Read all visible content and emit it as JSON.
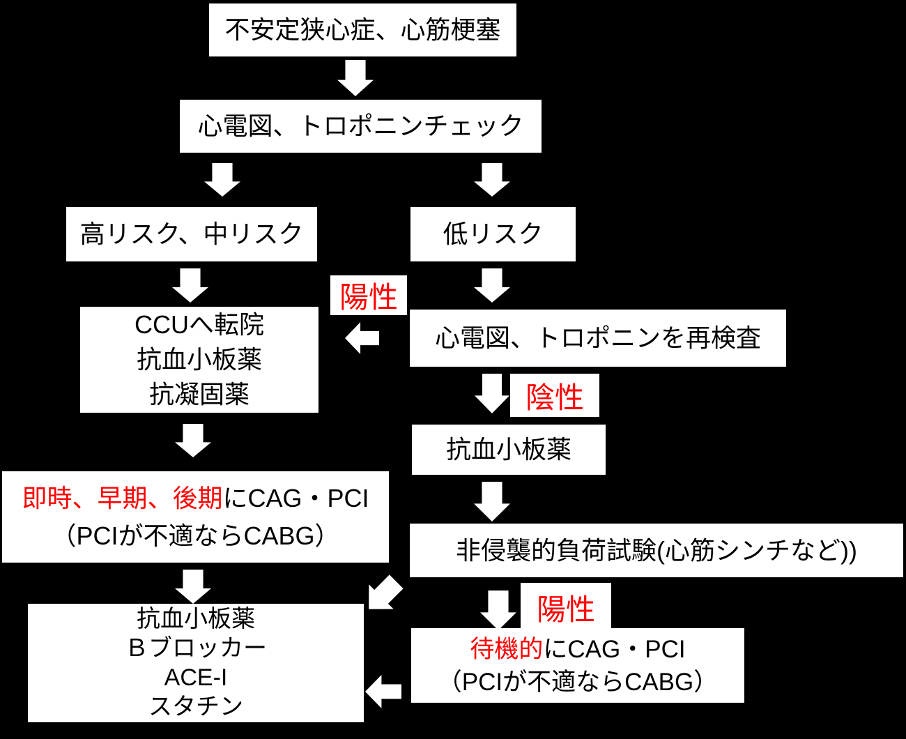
{
  "colors": {
    "background": "#000000",
    "box_background": "#ffffff",
    "box_text": "#000000",
    "highlight_red": "#ff0000",
    "arrow_fill": "#ffffff"
  },
  "nodes": {
    "start": {
      "text": "不安定狭心症、心筋梗塞"
    },
    "ecg_check": {
      "text": "心電図、トロポニンチェック"
    },
    "high_risk": {
      "text": "高リスク、中リスク"
    },
    "low_risk": {
      "text": "低リスク"
    },
    "ccu": {
      "line1": "CCUへ転院",
      "line2": "抗血小板薬",
      "line3": "抗凝固薬"
    },
    "recheck": {
      "text": "心電図、トロポニンを再検査"
    },
    "antiplatelet": {
      "text": "抗血小板薬"
    },
    "stress_test": {
      "text": "非侵襲的負荷試験(心筋シンチなど))"
    },
    "cag_early": {
      "highlight": "即時、早期、後期",
      "rest": "にCAG・PCI",
      "line2": "（PCIが不適ならCABG）"
    },
    "cag_elective": {
      "highlight": "待機的",
      "rest": "にCAG・PCI",
      "line2": "（PCIが不適ならCABG）"
    },
    "final_meds": {
      "line1": "抗血小板薬",
      "line2": "Ｂブロッカー",
      "line3": "ACE-I",
      "line4": "スタチン"
    }
  },
  "labels": {
    "recheck_positive": "陽性",
    "recheck_negative": "陰性",
    "stress_positive": "陽性"
  }
}
